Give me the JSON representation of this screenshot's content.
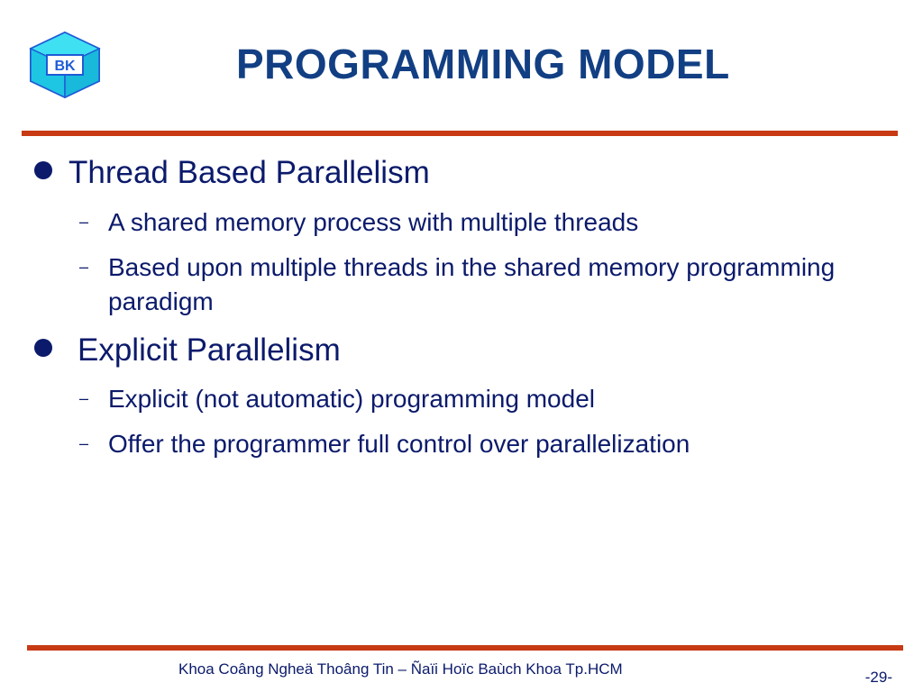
{
  "logo": {
    "text": "BK"
  },
  "slide": {
    "title": "PROGRAMMING MODEL",
    "bullets": [
      {
        "text": "Thread Based Parallelism",
        "subs": [
          "A shared memory process with multiple threads",
          "Based upon multiple threads in the shared memory programming paradigm"
        ]
      },
      {
        "text": "Explicit Parallelism",
        "subs": [
          "Explicit (not automatic) programming model",
          "Offer the programmer full control over parallelization"
        ]
      }
    ],
    "dash_glyph": "–"
  },
  "footer": {
    "text": "Khoa Coâng Ngheä Thoâng Tin – Ñaïi Hoïc Baùch Khoa Tp.HCM",
    "page": "-29-"
  },
  "colors": {
    "title": "#123f83",
    "text": "#0b1a6b",
    "rule": "#c83a14",
    "logo_cyan": "#22d4ec",
    "logo_blue": "#1e5bd6"
  }
}
